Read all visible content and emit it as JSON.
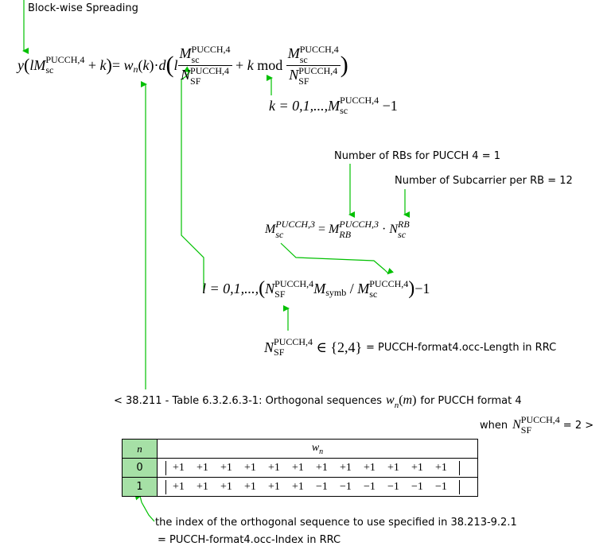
{
  "labels": {
    "block_wise": "Block-wise Spreading",
    "num_rbs": "Number of RBs for PUCCH 4 = 1",
    "num_subcarrier": "Number of Subcarrier per RB = 12",
    "table_caption_pre": "< 38.211 - Table 6.3.2.6.3-1: Orthogonal sequences",
    "table_caption_post": "for PUCCH format 4",
    "when": "when",
    "when_value": "= 2  >",
    "occ_length": "= PUCCH-format4.occ-Length in RRC",
    "index_note_1": "the index of the orthogonal sequence to use specified in 38.213-9.2.1",
    "index_note_2": "= PUCCH-format4.occ-Index in RRC"
  },
  "math": {
    "sup_pucch4": "PUCCH,4",
    "sup_pucch3": "PUCCH,3",
    "sub_sc": "sc",
    "sub_sf": "SF",
    "sub_rb": "RB",
    "sub_symb": "symb",
    "sup_rb": "RB",
    "k_range": "k = 0,1,...,",
    "minus_one": "−1",
    "l_range": "l = 0,1,...,",
    "set_24": "{2,4}"
  },
  "table": {
    "header_n": "n",
    "header_w": "w",
    "header_w_sub": "n",
    "rows": [
      {
        "n": "0",
        "w": [
          "+1",
          "+1",
          "+1",
          "+1",
          "+1",
          "+1",
          "+1",
          "+1",
          "+1",
          "+1",
          "+1",
          "+1"
        ]
      },
      {
        "n": "1",
        "w": [
          "+1",
          "+1",
          "+1",
          "+1",
          "+1",
          "+1",
          "−1",
          "−1",
          "−1",
          "−1",
          "−1",
          "−1"
        ]
      }
    ]
  },
  "colors": {
    "arrow": "#00c000",
    "table_n_bg": "#a6e0a6"
  }
}
